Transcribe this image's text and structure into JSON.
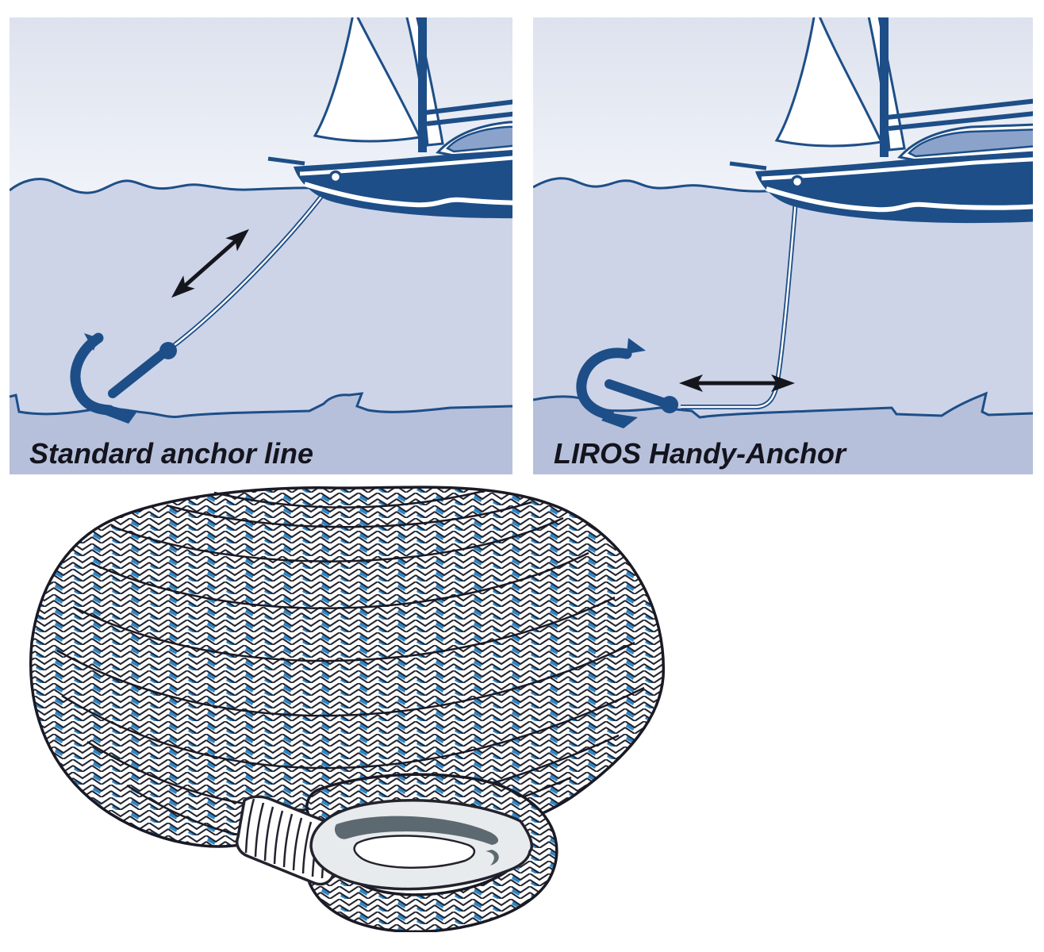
{
  "panels": [
    {
      "id": "standard",
      "label": "Standard anchor line",
      "icons": [
        "sailboat-icon",
        "anchor-icon",
        "anchor-line",
        "diagonal-double-arrow-icon"
      ]
    },
    {
      "id": "handy",
      "label": "LIROS Handy-Anchor",
      "icons": [
        "sailboat-icon",
        "anchor-icon",
        "anchor-line",
        "horizontal-double-arrow-icon"
      ]
    }
  ],
  "rope_illustration": {
    "icons": [
      "rope-coil-icon",
      "whipping-icon",
      "thimble-icon"
    ]
  },
  "colors": {
    "navy": "#1e4e87",
    "water": "#cdd4e8",
    "seabed": "#b6c0db",
    "sky_top": "#dde2ee",
    "sky_bottom": "#f8fafd",
    "rope_blue": "#2e86c7",
    "cabin_window": "#8ba3cb",
    "thimble_grey": "#e8ebed",
    "thimble_groove": "#5d6970",
    "arrow_black": "#15151c",
    "label_text": "#14141e"
  }
}
